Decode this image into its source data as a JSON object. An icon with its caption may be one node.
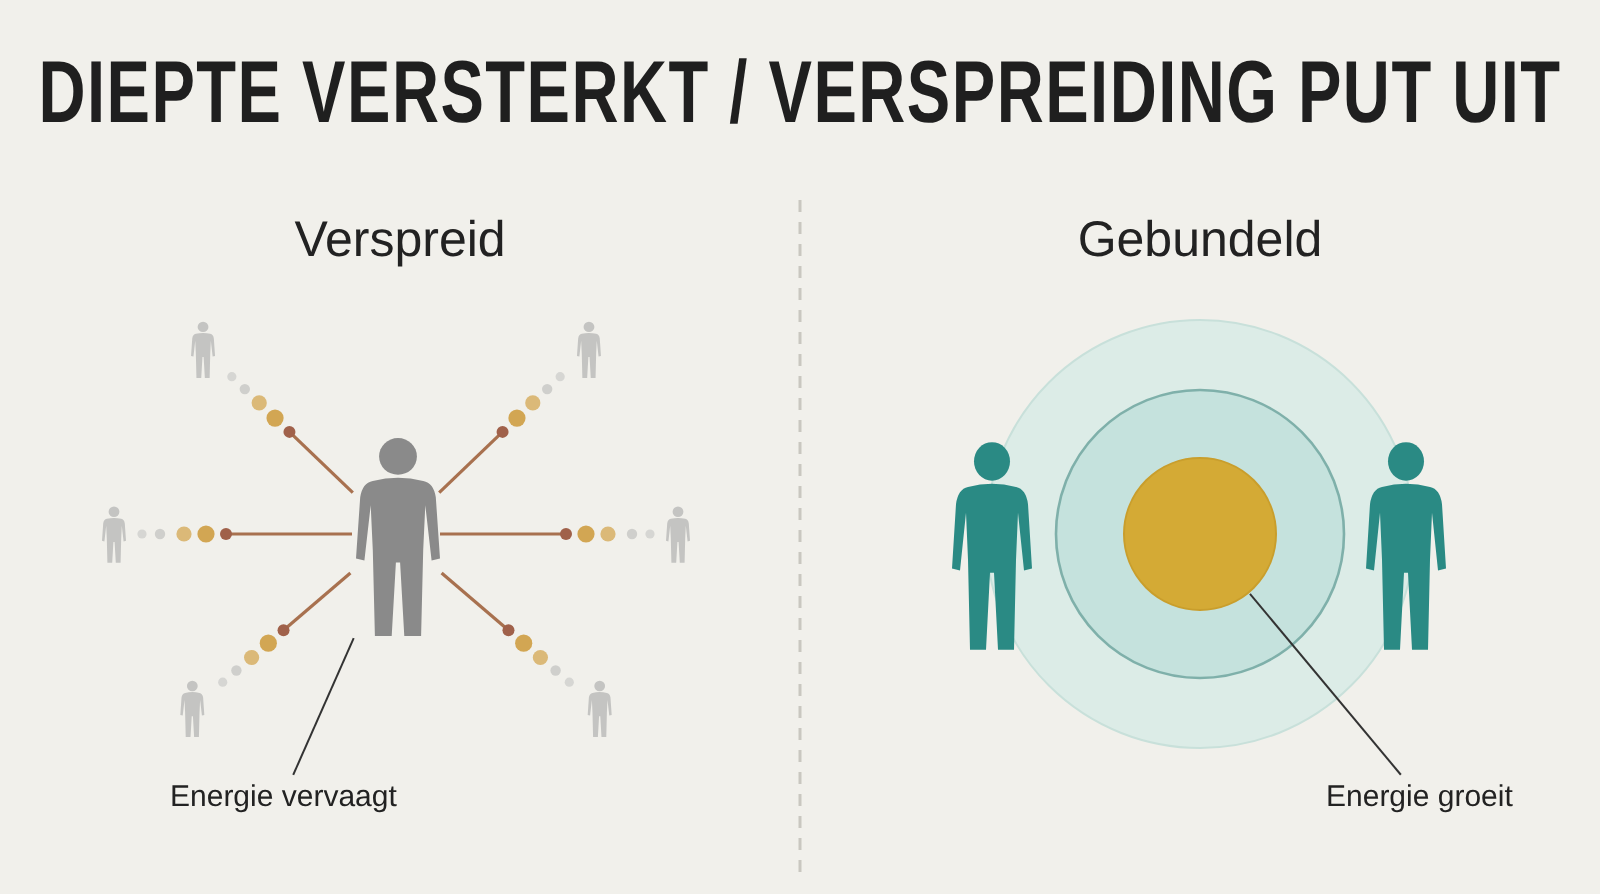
{
  "diagram": {
    "title": "DIEPTE VERSTERKT / VERSPREIDING PUT UIT",
    "nodes": [
      {
        "text": [
          "Energie vervaagt"
        ]
      },
      {
        "text": [],
        "shape": "person"
      },
      {
        "text": [
          "Energie groeit"
        ]
      },
      {
        "text": [],
        "shape": "circle"
      }
    ],
    "edges": [
      {
        "from": 0,
        "to": 1,
        "arrow": "none"
      },
      {
        "from": 2,
        "to": 3,
        "arrow": "none"
      }
    ],
    "labels": [
      "Verspreid",
      "Gebundeld"
    ]
  }
}
